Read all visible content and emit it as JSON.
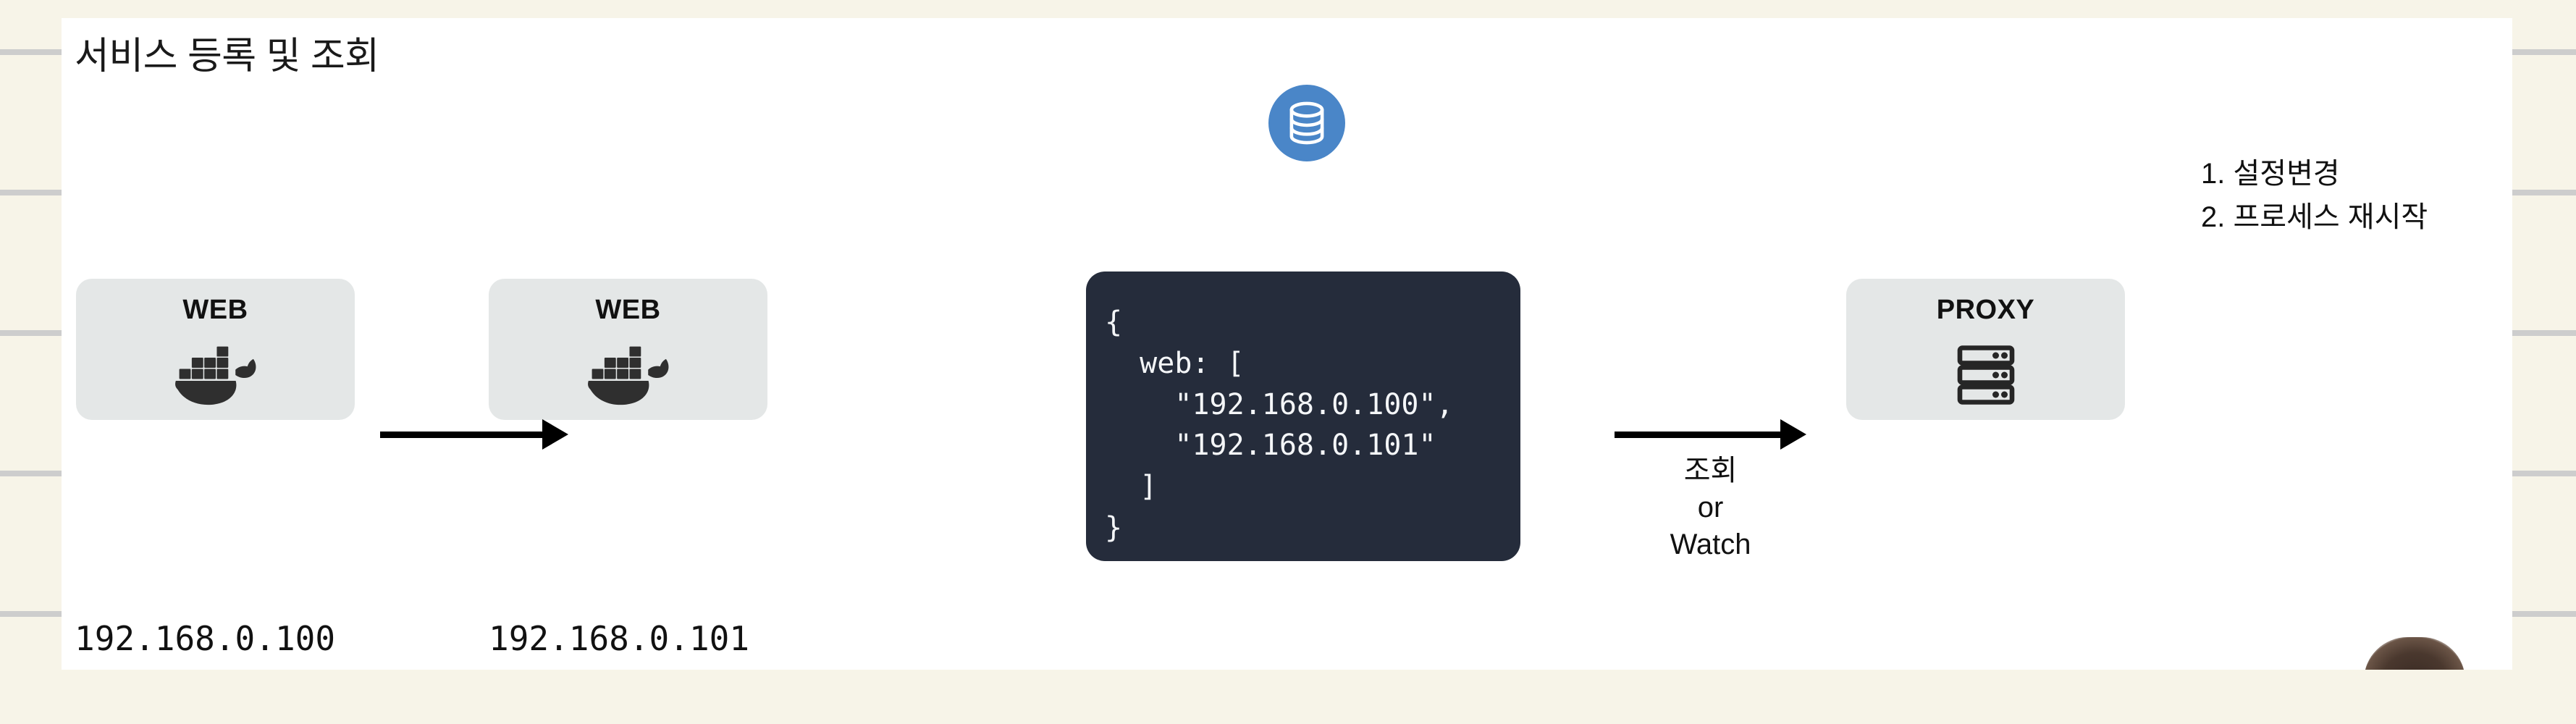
{
  "page": {
    "background_color": "#f7f4e8",
    "panel_color": "#ffffff",
    "rule_line_color": "#cdcdcd"
  },
  "slide": {
    "title": "서비스 등록 및 조회"
  },
  "nodes": [
    {
      "id": "web-1",
      "label": "WEB",
      "icon": "docker-whale-icon",
      "ip": "192.168.0.100"
    },
    {
      "id": "web-2",
      "label": "WEB",
      "icon": "docker-whale-icon",
      "ip": "192.168.0.101"
    },
    {
      "id": "proxy",
      "label": "PROXY",
      "icon": "server-rack-icon"
    }
  ],
  "registry": {
    "badge_icon": "database-icon",
    "badge_color": "#4a86c8",
    "card_color": "#252c3b",
    "code": "{\n  web: [\n    \"192.168.0.100\",\n    \"192.168.0.101\"\n  ]\n}",
    "entries": [
      "192.168.0.100",
      "192.168.0.101"
    ],
    "key": "web"
  },
  "arrows": {
    "register": {
      "direction": "right",
      "caption": ""
    },
    "lookup": {
      "direction": "right",
      "caption_lines": [
        "조회",
        "or",
        "Watch"
      ]
    }
  },
  "steps": {
    "items": [
      "1. 설정변경",
      "2. 프로세스 재시작"
    ]
  }
}
